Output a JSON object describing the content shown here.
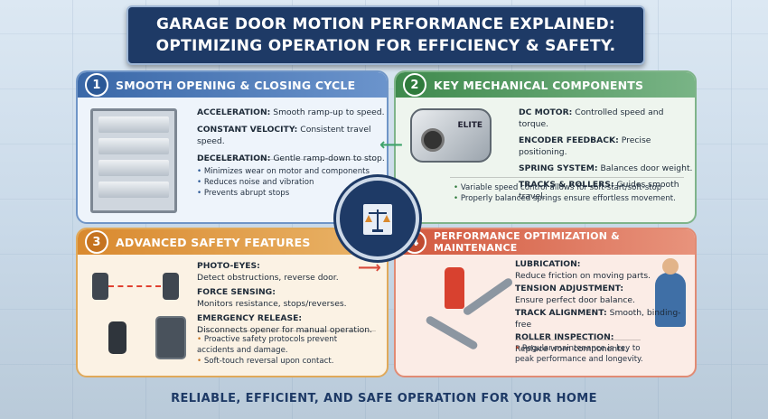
{
  "title": {
    "line1": "GARAGE DOOR MOTION PERFORMANCE EXPLAINED:",
    "line2": "OPTIMIZING OPERATION FOR EFFICIENCY & SAFETY."
  },
  "panels": [
    {
      "number": "1",
      "heading": "SMOOTH OPENING & CLOSING CYCLE",
      "rows": [
        {
          "label": "ACCELERATION:",
          "text": "Smooth ramp-up to speed."
        },
        {
          "label": "CONSTANT VELOCITY:",
          "text": "Consistent travel speed."
        },
        {
          "label": "DECELERATION:",
          "text": "Gentle ramp-down to stop."
        }
      ],
      "bullets": [
        "Minimizes wear on motor and components",
        "Reduces noise and vibration",
        "Prevents abrupt stops"
      ]
    },
    {
      "number": "2",
      "heading": "KEY MECHANICAL COMPONENTS",
      "brand_text": "ELITE",
      "rows": [
        {
          "label": "DC MOTOR:",
          "text": "Controlled speed and torque."
        },
        {
          "label": "ENCODER FEEDBACK:",
          "text": "Precise positioning."
        },
        {
          "label": "SPRING SYSTEM:",
          "text": "Balances door weight."
        },
        {
          "label": "TRACKS & ROLLERS:",
          "text": "Guides smooth travel."
        }
      ],
      "bullets": [
        "Variable speed control allows for soft-start/soft-stop",
        "Properly balanced springs ensure effortless movement."
      ]
    },
    {
      "number": "3",
      "heading": "ADVANCED SAFETY FEATURES",
      "rows": [
        {
          "label": "PHOTO-EYES:",
          "text": "Detect obstructions, reverse door."
        },
        {
          "label": "FORCE SENSING:",
          "text": "Monitors resistance, stops/reverses."
        },
        {
          "label": "EMERGENCY RELEASE:",
          "text": "Disconnects opener for manual operation."
        }
      ],
      "bullets": [
        "Proactive safety protocols prevent accidents and damage.",
        "Soft-touch reversal upon contact."
      ]
    },
    {
      "number": "4",
      "heading": "PERFORMANCE OPTIMIZATION & MAINTENANCE",
      "rows": [
        {
          "label": "LUBRICATION:",
          "text": "Reduce friction on moving parts."
        },
        {
          "label": "TENSION ADJUSTMENT:",
          "text": "Ensure perfect door balance."
        },
        {
          "label": "TRACK ALIGNMENT:",
          "text": "Smooth, binding-free"
        },
        {
          "label": "ROLLER INSPECTION:",
          "text": "Replace worn components."
        }
      ],
      "bullets": [
        "Regular maintenance is key to peak performance and longevity."
      ]
    }
  ],
  "footer": "RELIABLE, EFFICIENT, AND SAFE OPERATION FOR YOUR HOME",
  "colors": {
    "navy": "#1e3a66",
    "panel1": "#3a68a8",
    "panel2": "#3f8a4d",
    "panel3": "#d9892e",
    "panel4": "#d2583e"
  },
  "icons": [
    "garage-door-icon",
    "opener-icon",
    "photo-eye-icon",
    "spray-can-icon",
    "wrench-icon",
    "scales-icon",
    "gear-icon"
  ]
}
